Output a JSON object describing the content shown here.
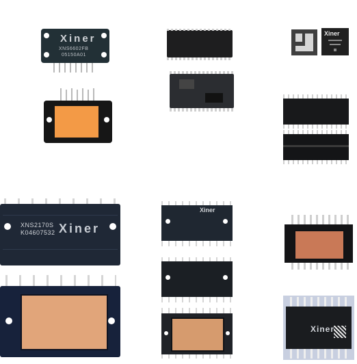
{
  "title": "",
  "images": [
    {
      "id": "module-1",
      "brand": "Xiner",
      "part_text": "XNS6602FB",
      "code_text": "05150A01"
    },
    {
      "id": "module-2",
      "brand": "",
      "part_text": "",
      "code_text": ""
    },
    {
      "id": "module-3",
      "brand": "",
      "part_text": "",
      "code_text": ""
    },
    {
      "id": "module-4",
      "brand": "",
      "part_text": "",
      "code_text": ""
    },
    {
      "id": "module-5",
      "brand": "",
      "part_text": "",
      "code_text": ""
    },
    {
      "id": "module-6",
      "brand": "Xiner",
      "part_text": "",
      "code_text": ""
    },
    {
      "id": "module-7",
      "brand": "",
      "part_text": "",
      "code_text": ""
    },
    {
      "id": "module-8",
      "brand": "Xiner",
      "part_text": "XNS2170S",
      "code_text": "K04607532"
    },
    {
      "id": "module-9",
      "brand": "",
      "part_text": "",
      "code_text": ""
    },
    {
      "id": "module-10",
      "brand": "Xiner",
      "part_text": "",
      "code_text": ""
    },
    {
      "id": "module-11",
      "brand": "",
      "part_text": "",
      "code_text": ""
    },
    {
      "id": "module-12",
      "brand": "",
      "part_text": "",
      "code_text": ""
    },
    {
      "id": "module-13",
      "brand": "",
      "part_text": "",
      "code_text": ""
    },
    {
      "id": "module-14",
      "brand": "Xiner",
      "part_text": "",
      "code_text": ""
    }
  ]
}
